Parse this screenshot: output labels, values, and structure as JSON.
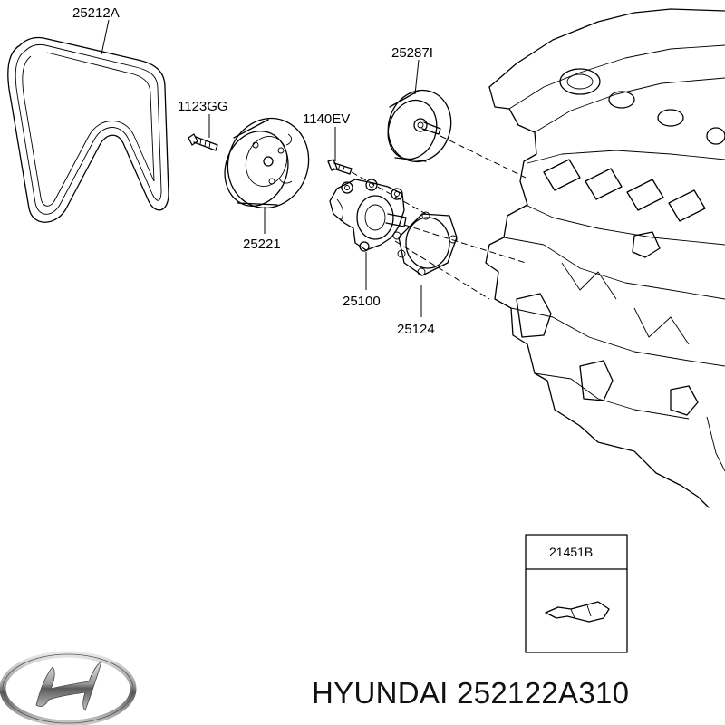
{
  "parts": [
    {
      "id": "belt",
      "label": "25212A"
    },
    {
      "id": "bolt",
      "label": "1123GG"
    },
    {
      "id": "bolt2",
      "label": "1140EV"
    },
    {
      "id": "idler",
      "label": "25287I"
    },
    {
      "id": "pulley",
      "label": "25221"
    },
    {
      "id": "pump",
      "label": "25100"
    },
    {
      "id": "gasket",
      "label": "25124"
    }
  ],
  "inset": {
    "label": "21451B"
  },
  "caption": "HYUNDAI 252122A310",
  "brand_logo": "hyundai-logo"
}
